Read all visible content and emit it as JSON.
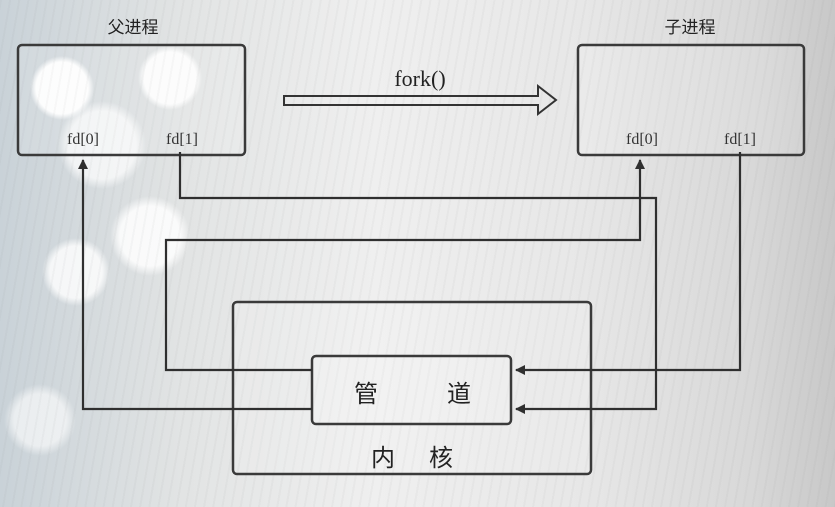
{
  "parent": {
    "title": "父进程",
    "fd0": "fd[0]",
    "fd1": "fd[1]"
  },
  "child": {
    "title": "子进程",
    "fd0": "fd[0]",
    "fd1": "fd[1]"
  },
  "fork_label": "fork()",
  "pipe": {
    "char1": "管",
    "char2": "道"
  },
  "kernel": {
    "char1": "内",
    "char2": "核"
  }
}
